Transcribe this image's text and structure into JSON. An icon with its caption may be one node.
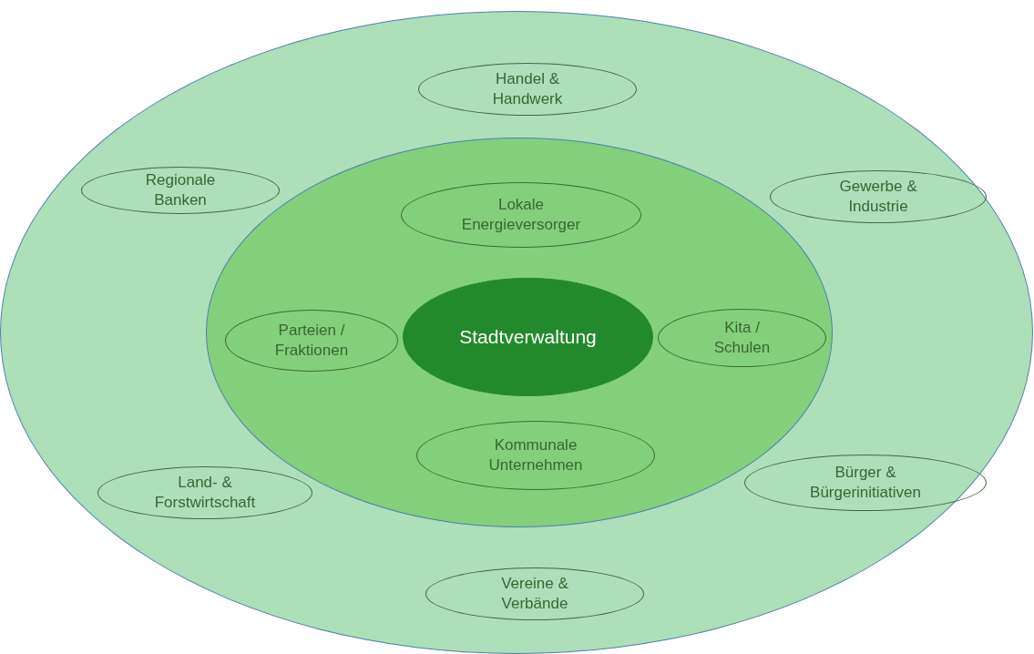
{
  "diagram": {
    "nodes": [
      {
        "text": [],
        "shape": "ellipse"
      },
      {
        "text": [
          "Handel & Handwerk"
        ],
        "in": 0
      },
      {
        "text": [
          "Regionale Banken"
        ],
        "in": 0
      },
      {
        "text": [
          "Gewerbe & Industrie"
        ],
        "in": 0
      },
      {
        "text": [],
        "shape": "ellipse",
        "in": 0
      },
      {
        "text": [
          "Lokale Energieversorger"
        ],
        "in": 4
      },
      {
        "text": [
          "Parteien / Fraktionen"
        ],
        "in": 4
      },
      {
        "text": [
          "Stadtverwaltung"
        ],
        "in": 4
      },
      {
        "text": [
          "Kita / Schulen"
        ],
        "in": 4
      },
      {
        "text": [
          "Kommunale Unternehmen"
        ],
        "in": 4
      },
      {
        "text": [
          "Land- & Forstwirtschaft"
        ],
        "in": 0
      },
      {
        "text": [
          "Bürger & Bürgerinitiativen"
        ],
        "in": 0
      },
      {
        "text": [
          "Vereine & Verbände"
        ],
        "in": 0
      }
    ]
  }
}
